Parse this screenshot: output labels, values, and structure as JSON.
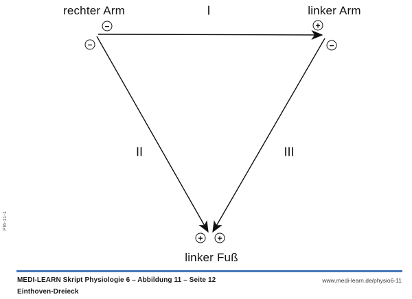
{
  "figure": {
    "lead_labels": {
      "I": "I",
      "II": "II",
      "III": "III"
    },
    "nodes": {
      "right_arm": "rechter Arm",
      "left_arm": "linker Arm",
      "left_foot": "linker Fuß"
    },
    "electrodes": [
      {
        "id": "right-arm-top",
        "sign": "−"
      },
      {
        "id": "right-arm-side",
        "sign": "−"
      },
      {
        "id": "left-arm-top",
        "sign": "+"
      },
      {
        "id": "left-arm-side",
        "sign": "−"
      },
      {
        "id": "left-foot-left",
        "sign": "+"
      },
      {
        "id": "left-foot-right",
        "sign": "+"
      }
    ]
  },
  "sidebar": {
    "figure_code": "PI6-11-1"
  },
  "footer": {
    "source": "MEDI-LEARN Skript Physiologie 6 – Abbildung 11 – Seite 12",
    "caption": "Einthoven-Dreieck",
    "url": "www.medi-learn.de/physio6-11"
  },
  "colors": {
    "rule_blue": "#4577b6",
    "ink": "#111111"
  }
}
